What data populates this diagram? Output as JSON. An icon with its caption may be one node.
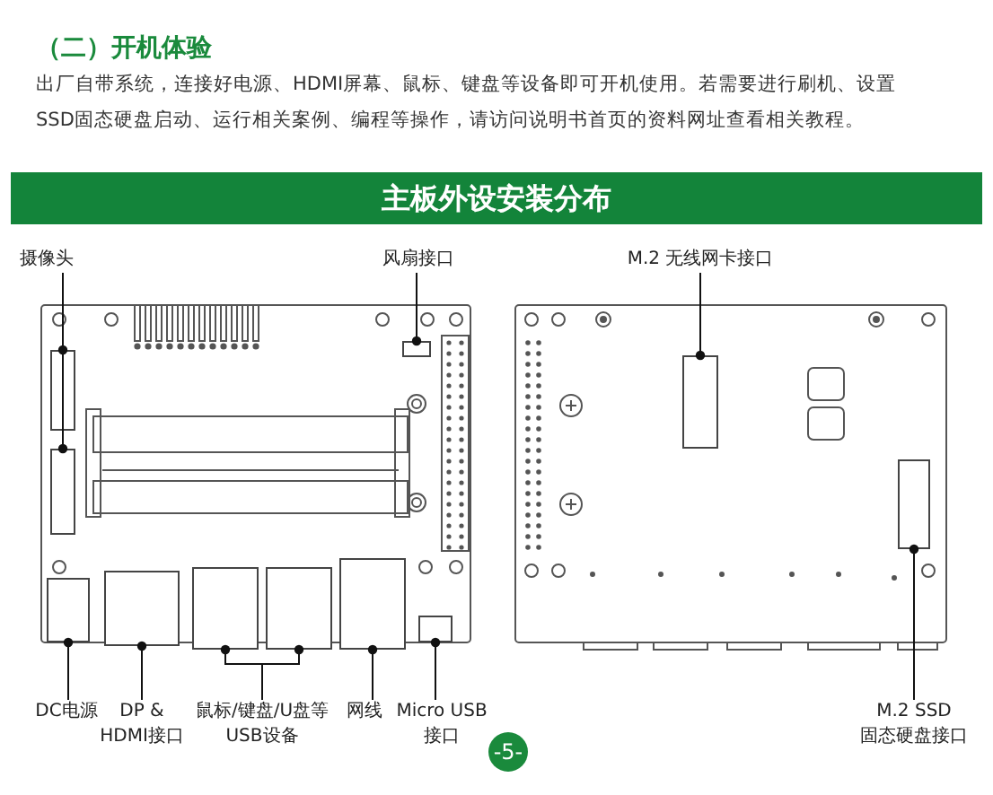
{
  "diagram": {
    "title": "（二）开机体验",
    "nodes": [
      {
        "text": [
          "主板外设安装分布"
        ]
      },
      {
        "text": [
          "摄像头"
        ]
      },
      {
        "text": [],
        "shape": "box"
      },
      {
        "text": [],
        "shape": "box"
      },
      {
        "text": [
          "风扇接口"
        ]
      },
      {
        "text": [],
        "shape": "box"
      },
      {
        "text": [
          "M.2 无线网卡接口"
        ]
      },
      {
        "text": [],
        "shape": "box"
      },
      {
        "text": [
          "DC电源"
        ]
      },
      {
        "text": [],
        "shape": "box"
      },
      {
        "text": [
          "DP & HDMI接口"
        ]
      },
      {
        "text": [],
        "shape": "box"
      },
      {
        "text": [
          "鼠标/键盘/U盘等 USB设备"
        ]
      },
      {
        "text": [],
        "shape": "box"
      },
      {
        "text": [],
        "shape": "box"
      },
      {
        "text": [
          "网线"
        ]
      },
      {
        "text": [],
        "shape": "box"
      },
      {
        "text": [
          "Micro USB 接口"
        ]
      },
      {
        "text": [],
        "shape": "box"
      },
      {
        "text": [
          "M.2 SSD 固态硬盘接口"
        ]
      },
      {
        "text": [],
        "shape": "box"
      },
      {
        "text": [
          "-5-"
        ]
      }
    ],
    "edges": [
      {
        "from": 1,
        "to": 2,
        "arrow": "other"
      },
      {
        "from": 1,
        "to": 3,
        "arrow": "other"
      },
      {
        "from": 4,
        "to": 5,
        "arrow": "other"
      },
      {
        "from": 6,
        "to": 7,
        "arrow": "other"
      },
      {
        "from": 8,
        "to": 9,
        "arrow": "other"
      },
      {
        "from": 10,
        "to": 11,
        "arrow": "other"
      },
      {
        "from": 12,
        "to": 13,
        "arrow": "other"
      },
      {
        "from": 12,
        "to": 14,
        "arrow": "other"
      },
      {
        "from": 15,
        "to": 16,
        "arrow": "other"
      },
      {
        "from": 17,
        "to": 18,
        "arrow": "other"
      },
      {
        "from": 19,
        "to": 20,
        "arrow": "other"
      }
    ],
    "labels": [
      "出厂自带系统，连接好电源、HDMI屏幕、鼠标、键盘等设备即可开机使用。若需要进行刷机、设置SSD固态硬盘启动、运行相关案例、编程等操作，请访问说明书首页的资料网址查看相关教程。"
    ]
  }
}
